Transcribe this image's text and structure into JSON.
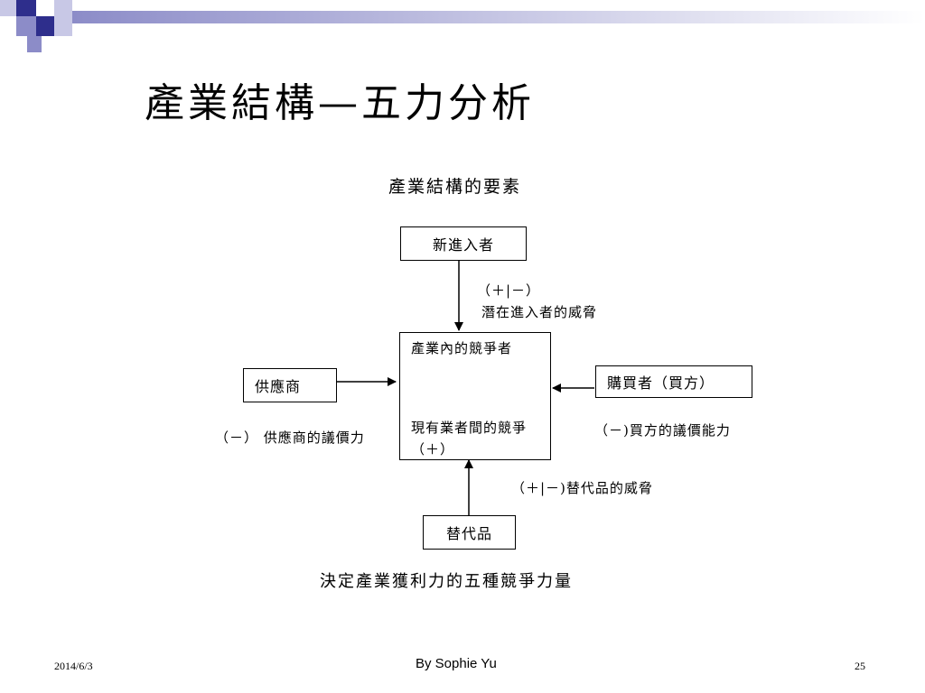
{
  "slide": {
    "title": "產業結構—五力分析",
    "subtitle": "產業結構的要素",
    "bottom_caption": "決定產業獲利力的五種競爭力量"
  },
  "diagram": {
    "new_entrants": "新進入者",
    "entrants_sign": "（＋|－）",
    "entrants_threat": "潛在進入者的威脅",
    "rivalry_title": "產業內的競爭者",
    "rivalry_desc": "現有業者間的競爭　（＋）",
    "suppliers": "供應商",
    "supplier_power": "（－） 供應商的議價力",
    "buyers": "購買者（買方）",
    "buyer_power": "（－)買方的議價能力",
    "substitute_threat": "（＋|－)替代品的威脅",
    "substitutes": "替代品"
  },
  "footer": {
    "date": "2014/6/3",
    "author": "By Sophie Yu",
    "page": "25"
  },
  "colors": {
    "deco_dark": "#2e2e8c",
    "deco_mid": "#8c8cc8",
    "deco_light": "#c8c8e6",
    "curve_fill": "#b4b4b4"
  }
}
